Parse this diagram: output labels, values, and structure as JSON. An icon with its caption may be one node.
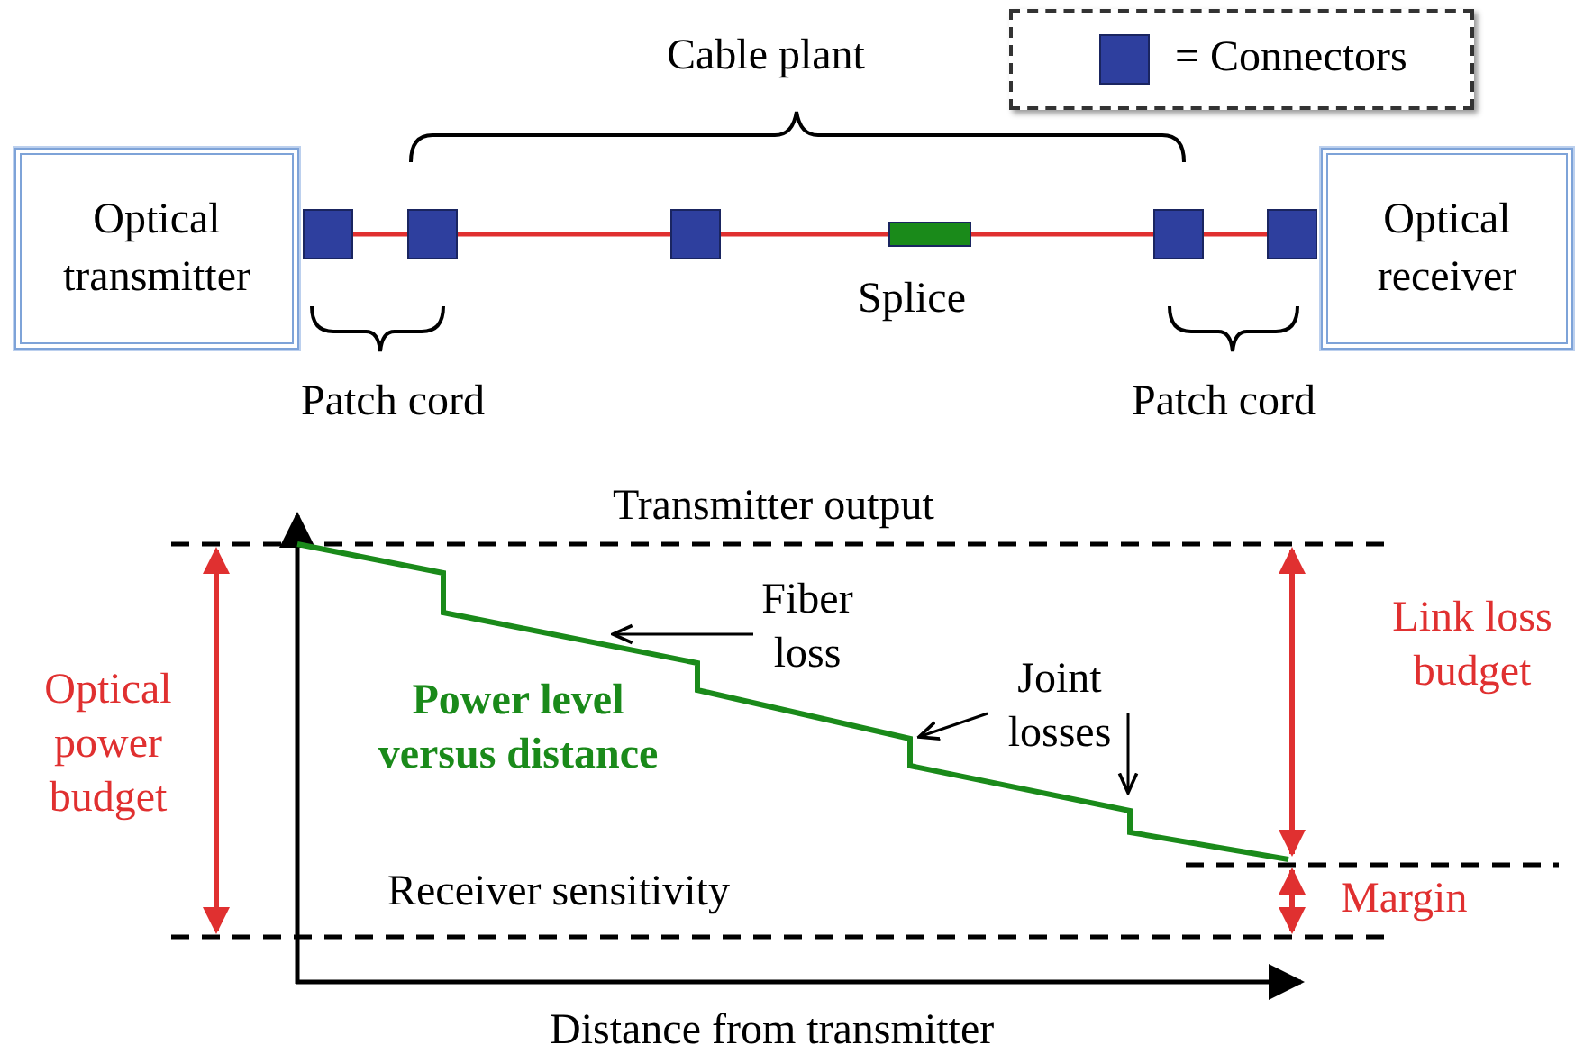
{
  "diagram": {
    "nodes": [
      {
        "text": [
          "Optical transmitter"
        ]
      },
      {
        "text": [],
        "shape": "box"
      },
      {
        "text": [],
        "shape": "box"
      },
      {
        "text": [],
        "shape": "box"
      },
      {
        "text": [],
        "shape": "bar",
        "beside": [
          "Splice"
        ]
      },
      {
        "text": [],
        "shape": "box"
      },
      {
        "text": [],
        "shape": "box"
      },
      {
        "text": [
          "Optical receiver"
        ]
      },
      {
        "text": [
          "Fiber loss"
        ]
      },
      {
        "text": [
          "Joint losses"
        ]
      }
    ],
    "edges": [
      {
        "from": 1,
        "to": 2,
        "arrow": "none"
      },
      {
        "from": 2,
        "to": 3,
        "arrow": "none"
      },
      {
        "from": 3,
        "to": 4,
        "arrow": "none"
      },
      {
        "from": 4,
        "to": 5,
        "arrow": "none"
      },
      {
        "from": 5,
        "to": 6,
        "arrow": "none"
      },
      {
        "from": 8,
        "to": null,
        "arrow": "to",
        "color": "#000000"
      },
      {
        "from": 9,
        "to": null,
        "arrow": "to",
        "color": "#000000"
      },
      {
        "from": 9,
        "to": null,
        "arrow": "to",
        "color": "#000000"
      }
    ],
    "labels": [
      "Cable plant",
      "Patch cord",
      "Patch cord",
      "Transmitter output",
      "Optical power budget",
      "Power level versus distance",
      "Link loss budget",
      "Receiver sensitivity",
      "Margin",
      "Distance from transmitter"
    ],
    "legend": [
      {
        "text": "= Connectors",
        "color": "#2e3f9e"
      }
    ]
  }
}
